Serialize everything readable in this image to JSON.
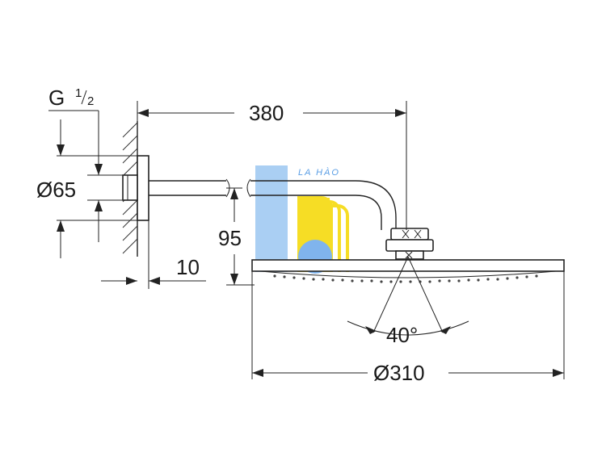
{
  "dimensions": {
    "thread_prefix": "G",
    "thread_numerator": "1",
    "thread_denominator": "2",
    "flange_diameter": "Ø65",
    "arm_length": "380",
    "drop_height": "95",
    "wall_offset": "10",
    "spray_angle": "40°",
    "head_diameter": "Ø310"
  },
  "watermark": {
    "text": "LA HÀO",
    "colors": {
      "blue": "#4a90e2",
      "yellow": "#f5d800",
      "light_blue": "#a9cdf2"
    }
  }
}
